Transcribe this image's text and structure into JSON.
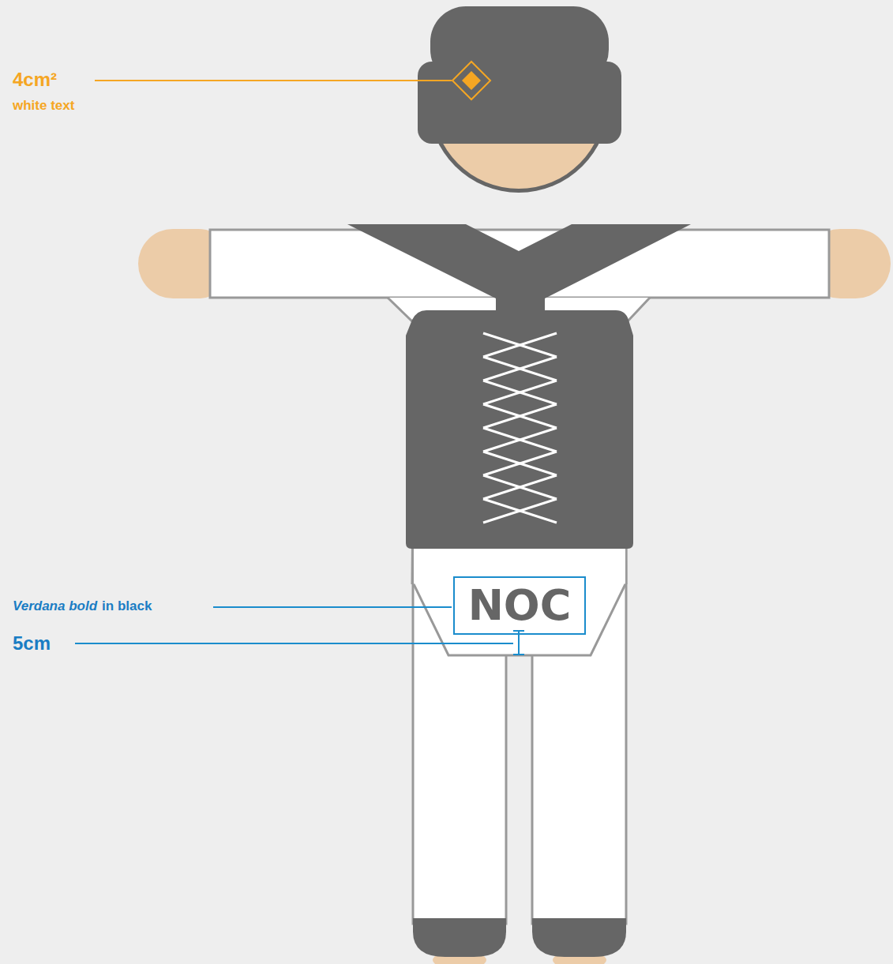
{
  "diagram": {
    "nodes": [
      {
        "text": [
          "NOC"
        ]
      }
    ],
    "labels": [
      "4cm²",
      "white text",
      "Verdana bold",
      "in black",
      "5cm"
    ]
  }
}
